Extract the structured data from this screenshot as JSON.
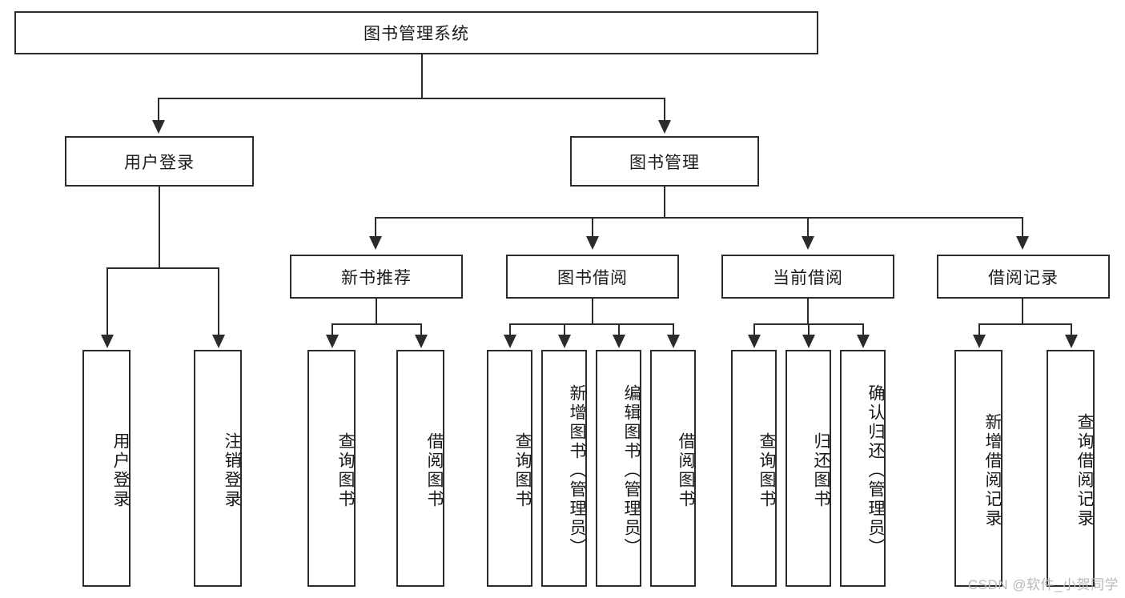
{
  "diagram": {
    "type": "tree-hierarchy",
    "title": "图书管理系统",
    "root": {
      "label": "图书管理系统",
      "orientation": "horizontal"
    },
    "level2": [
      {
        "label": "用户登录",
        "orientation": "horizontal"
      },
      {
        "label": "图书管理",
        "orientation": "horizontal"
      }
    ],
    "level3": [
      {
        "label": "新书推荐",
        "orientation": "horizontal"
      },
      {
        "label": "图书借阅",
        "orientation": "horizontal"
      },
      {
        "label": "当前借阅",
        "orientation": "horizontal"
      },
      {
        "label": "借阅记录",
        "orientation": "horizontal"
      }
    ],
    "leaves": {
      "user_login": [
        {
          "label": "用户登录",
          "orientation": "vertical"
        },
        {
          "label": "注销登录",
          "orientation": "vertical"
        }
      ],
      "new_book_recommend": [
        {
          "label": "查询图书",
          "orientation": "vertical"
        },
        {
          "label": "借阅图书",
          "orientation": "vertical"
        }
      ],
      "book_borrow": [
        {
          "label": "查询图书",
          "orientation": "vertical"
        },
        {
          "label": "新增图书（管理员）",
          "orientation": "vertical"
        },
        {
          "label": "编辑图书（管理员）",
          "orientation": "vertical"
        },
        {
          "label": "借阅图书",
          "orientation": "vertical"
        }
      ],
      "current_borrow": [
        {
          "label": "查询图书",
          "orientation": "vertical"
        },
        {
          "label": "归还图书",
          "orientation": "vertical"
        },
        {
          "label": "确认归还（管理员）",
          "orientation": "vertical"
        }
      ],
      "borrow_record": [
        {
          "label": "新增借阅记录",
          "orientation": "vertical"
        },
        {
          "label": "查询借阅记录",
          "orientation": "vertical"
        }
      ]
    },
    "colors": {
      "stroke": "#2b2b2b",
      "fill": "#ffffff",
      "text": "#1a1a1a",
      "watermark": "#b9b9b9"
    }
  },
  "watermark": {
    "text": "CSDN @软件_小贺同学"
  }
}
